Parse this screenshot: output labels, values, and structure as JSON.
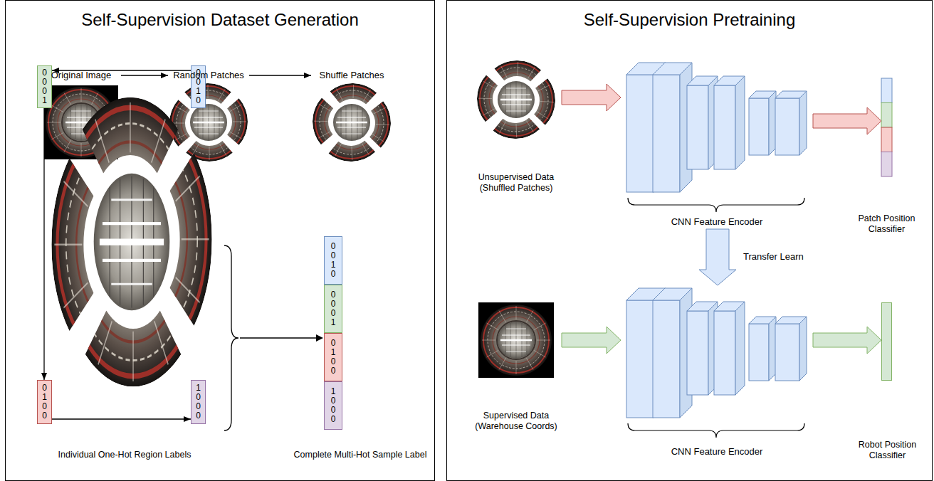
{
  "diagram": {
    "nodes": [
      {
        "text": [
          "Self-Supervision Dataset Generation"
        ]
      },
      {
        "text": [
          "Self-Supervision Pretraining"
        ]
      },
      {
        "text": [
          "Original Image"
        ],
        "in": 0
      },
      {
        "text": [
          "Random Patches"
        ],
        "in": 0
      },
      {
        "text": [
          "Shuffle Patches"
        ],
        "in": 0
      },
      {
        "text": [
          "0 0 0 1"
        ],
        "in": 0
      },
      {
        "text": [
          "0 0 1 0"
        ],
        "in": 0
      },
      {
        "text": [
          "0 1 0 0"
        ],
        "in": 0
      },
      {
        "text": [
          "1 0 0 0"
        ],
        "in": 0
      },
      {
        "text": [
          "0 0 1 0"
        ],
        "in": 0
      },
      {
        "text": [
          "0 0 0 1"
        ],
        "in": 0
      },
      {
        "text": [
          "0 1 0 0"
        ],
        "in": 0
      },
      {
        "text": [
          "1 0 0 0"
        ],
        "in": 0
      },
      {
        "text": [
          "Unsupervised Data (Shuffled Patches)"
        ],
        "in": 1
      },
      {
        "text": [
          "CNN Feature Encoder"
        ],
        "in": 1
      },
      {
        "text": [
          "Patch Position Classifier"
        ],
        "in": 1
      },
      {
        "text": [
          "Supervised Data (Warehouse Coords)"
        ],
        "in": 1
      },
      {
        "text": [
          "CNN Feature Encoder"
        ],
        "in": 1
      },
      {
        "text": [
          "Robot Position Classifier"
        ],
        "in": 1
      }
    ],
    "edges": [
      {
        "from": 2,
        "to": 3,
        "arrow": "to"
      },
      {
        "from": 3,
        "to": 4,
        "arrow": "to"
      },
      {
        "from": 6,
        "to": 5,
        "arrow": "to"
      },
      {
        "from": 5,
        "to": 7,
        "arrow": "to"
      },
      {
        "from": 7,
        "to": 8,
        "arrow": "to"
      },
      {
        "from": 13,
        "to": 14,
        "arrow": "to"
      },
      {
        "from": 14,
        "to": 15,
        "arrow": "to"
      },
      {
        "from": 14,
        "to": 17,
        "arrow": "to",
        "label": "Transfer Learn"
      },
      {
        "from": 16,
        "to": 17,
        "arrow": "to"
      },
      {
        "from": 17,
        "to": 18,
        "arrow": "to"
      }
    ],
    "labels": [
      "Individual One-Hot Region Labels",
      "Complete Multi-Hot Sample Label"
    ]
  }
}
